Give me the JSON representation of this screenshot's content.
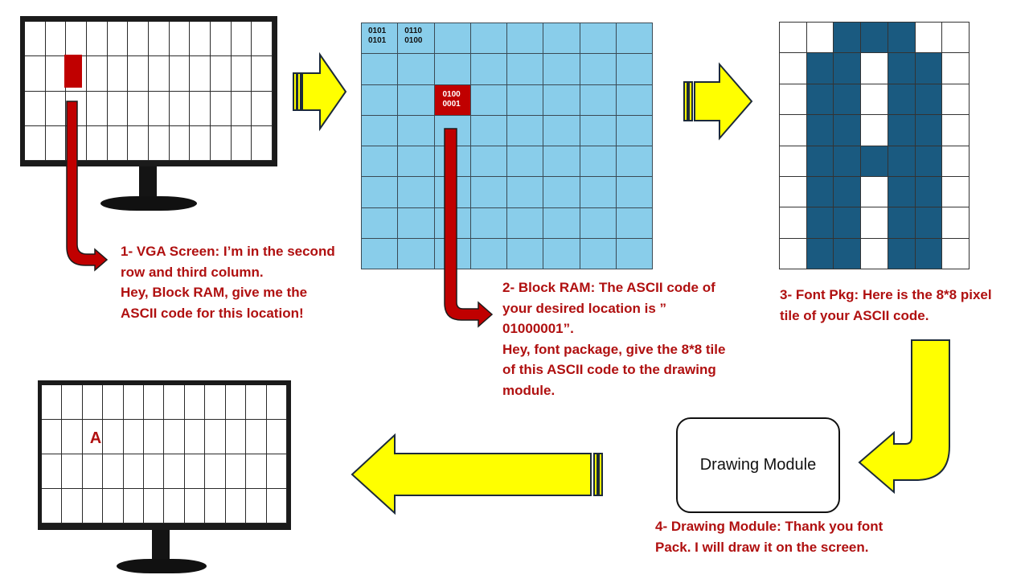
{
  "steps": {
    "vga_screen": "1- VGA Screen: I’m in the second row and third column.\nHey, Block RAM, give me the ASCII code for this location!",
    "block_ram": "2- Block RAM: The ASCII code of your desired location is ” 01000001”.\nHey, font package, give the 8*8 tile of this ASCII code to the drawing module.",
    "font_pkg": "3- Font Pkg: Here is the 8*8 pixel tile of your ASCII code.",
    "drawing_module": "4- Drawing Module: Thank you font Pack. I will draw it on the screen."
  },
  "block_ram_cells": [
    {
      "row": 0,
      "col": 0,
      "text": "0101\n0101",
      "highlight": false
    },
    {
      "row": 0,
      "col": 1,
      "text": "0110\n0100",
      "highlight": false
    },
    {
      "row": 2,
      "col": 2,
      "text": "0100\n0001",
      "highlight": true
    }
  ],
  "font_tile": [
    [
      0,
      0,
      1,
      1,
      1,
      0,
      0
    ],
    [
      0,
      1,
      1,
      0,
      1,
      1,
      0
    ],
    [
      0,
      1,
      1,
      0,
      1,
      1,
      0
    ],
    [
      0,
      1,
      1,
      0,
      1,
      1,
      0
    ],
    [
      0,
      1,
      1,
      1,
      1,
      1,
      0
    ],
    [
      0,
      1,
      1,
      0,
      1,
      1,
      0
    ],
    [
      0,
      1,
      1,
      0,
      1,
      1,
      0
    ],
    [
      0,
      1,
      1,
      0,
      1,
      1,
      0
    ]
  ],
  "drawing_module_box": "Drawing Module",
  "output_char": "A",
  "colors": {
    "label_red": "#b01010",
    "arrow_yellow": "#ffff00",
    "ram_blue": "#89cdea",
    "font_blue": "#1a5a80",
    "highlight_red": "#c00000"
  }
}
